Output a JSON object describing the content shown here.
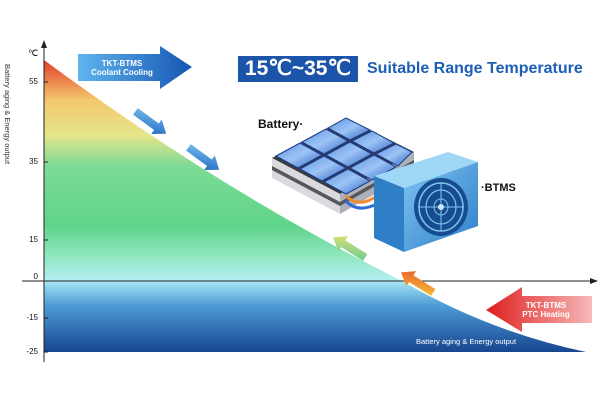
{
  "axis": {
    "unit_label": "℃",
    "y_axis_label": "Battery aging & Energy output",
    "ticks": [
      "55",
      "35",
      "15",
      "0",
      "-15",
      "-25"
    ]
  },
  "range": {
    "value_label": "15℃~35℃",
    "text": "Suitable Range Temperature"
  },
  "coolant_arrow": {
    "line1": "TKT-BTMS",
    "line2": "Coolant Cooling"
  },
  "heating_arrow": {
    "line1": "TKT-BTMS",
    "line2": "PTC Heating"
  },
  "battery_label": "Battery·",
  "btms_label": "·BTMS",
  "bottom_label": "Battery aging & Energy output",
  "colors": {
    "hot": "#e23b2b",
    "warm": "#f0d26a",
    "optimal": "#63d38c",
    "cool": "#a8ecf2",
    "cold": "#1a4f9c",
    "arrow_blue": "#1c63c2",
    "arrow_red": "#e52a2a",
    "title_box": "#1b54a8"
  }
}
